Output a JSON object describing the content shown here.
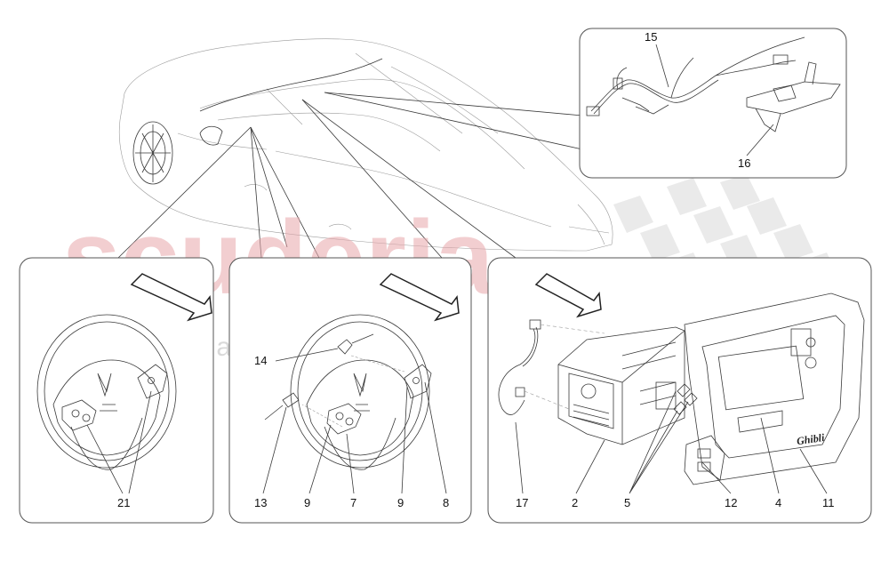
{
  "watermark": {
    "brand": "scuderia",
    "sub": "c a r p a r t s",
    "color": "#e8a7ab"
  },
  "dash_logo": "Ghibli",
  "callouts": {
    "c15": "15",
    "c16": "16",
    "c21": "21",
    "c14": "14",
    "c13": "13",
    "c9a": "9",
    "c7": "7",
    "c9b": "9",
    "c8": "8",
    "c17": "17",
    "c2": "2",
    "c5": "5",
    "c12": "12",
    "c4": "4",
    "c11": "11"
  }
}
